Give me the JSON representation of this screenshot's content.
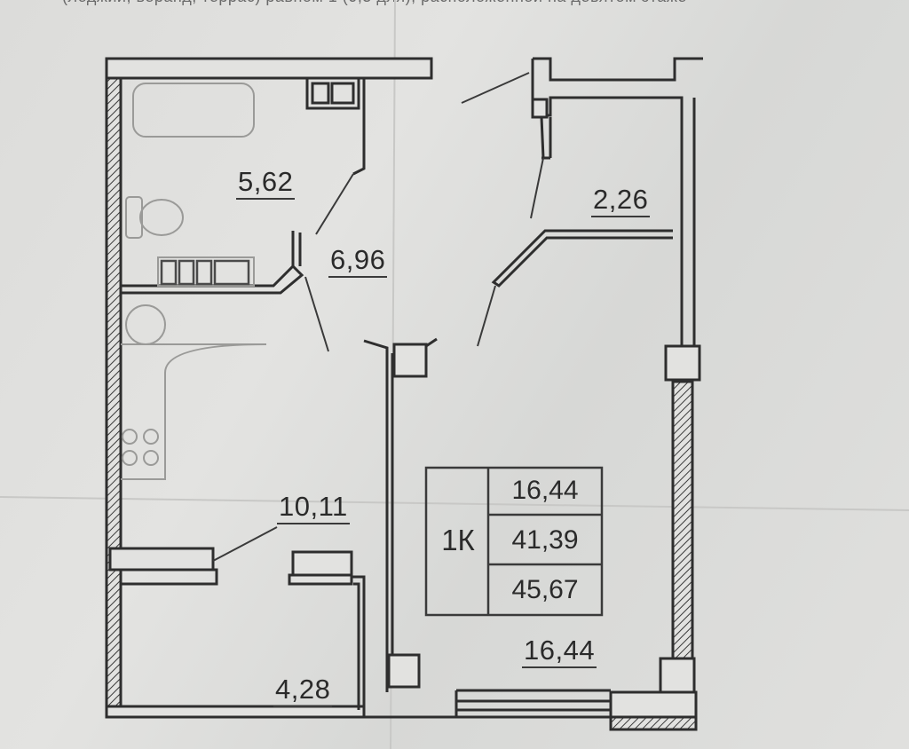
{
  "header_fragment": "(лоджий, веранд, террас) равном 1 (0,5 для), расположенной на девятом этаже",
  "rooms": {
    "bathroom": "5,62",
    "hallway": "6,96",
    "loggia": "2,26",
    "kitchen": "10,11",
    "storage": "4,28",
    "living_room": "16,44"
  },
  "summary": {
    "type": "1К",
    "living_area": "16,44",
    "total_area": "41,39",
    "total_area_with_loggia": "45,67"
  }
}
